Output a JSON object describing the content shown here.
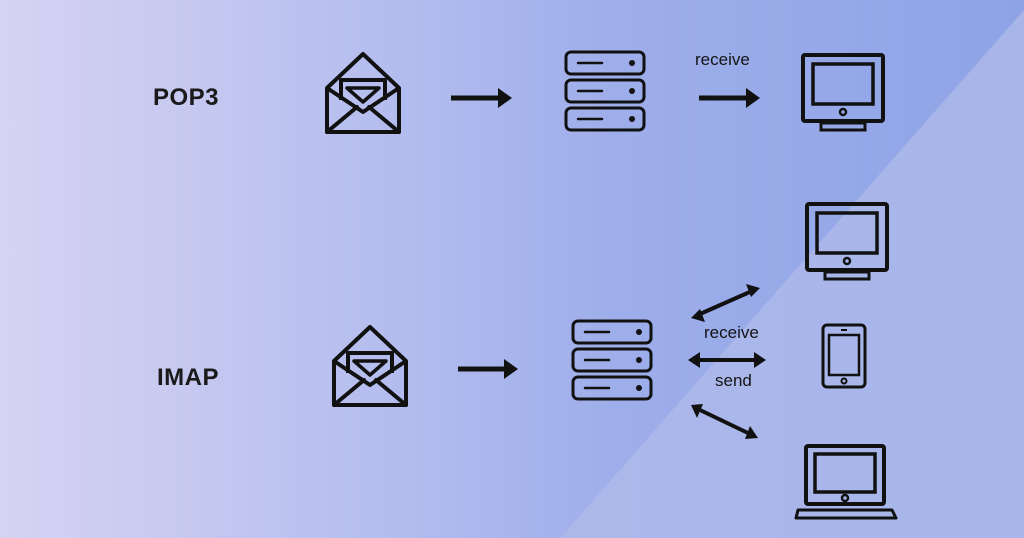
{
  "pop3": {
    "label": "POP3",
    "receive_label": "receive"
  },
  "imap": {
    "label": "IMAP",
    "receive_label": "receive",
    "send_label": "send"
  },
  "icons": {
    "envelope": "open-envelope-icon",
    "server": "server-stack-icon",
    "monitor": "desktop-monitor-icon",
    "phone": "smartphone-icon",
    "laptop": "laptop-icon",
    "arrow": "arrow-right-icon",
    "double_arrow": "double-arrow-icon"
  },
  "colors": {
    "stroke": "#111111",
    "background_light": "#d6d3f2",
    "background_dark": "#8ea3e6"
  }
}
